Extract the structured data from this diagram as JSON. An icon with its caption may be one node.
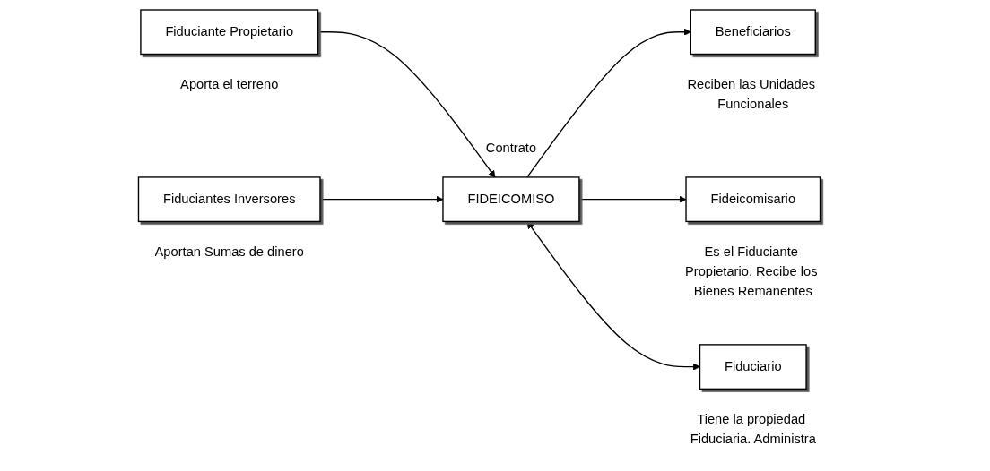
{
  "diagram": {
    "nodes": [
      {
        "text": [
          "Fiduciante Propietario"
        ],
        "beside": [
          "Aporta el terreno"
        ]
      },
      {
        "text": [
          "FIDEICOMISO"
        ],
        "beside": [
          "Contrato"
        ]
      },
      {
        "text": [
          "Beneficiarios"
        ],
        "beside": [
          "Reciben las Unidades Funcionales"
        ]
      },
      {
        "text": [
          "Fiduciantes Inversores"
        ],
        "beside": [
          "Aportan Sumas de dinero"
        ]
      },
      {
        "text": [
          "Fiduciario"
        ],
        "beside": [
          "Tiene la propiedad Fiduciaria. Administra"
        ]
      },
      {
        "text": [
          "Fideicomisario"
        ],
        "beside": [
          "Es el Fiduciante Propietario. Recibe los Bienes Remanentes"
        ]
      }
    ],
    "edges": [
      {
        "from": 0,
        "to": 1,
        "arrow": "to"
      },
      {
        "from": 3,
        "to": 1,
        "arrow": "to"
      },
      {
        "from": 1,
        "to": 2,
        "arrow": "to"
      },
      {
        "from": 1,
        "to": 5,
        "arrow": "to"
      },
      {
        "from": 1,
        "to": 4,
        "arrow": "both"
      }
    ]
  }
}
